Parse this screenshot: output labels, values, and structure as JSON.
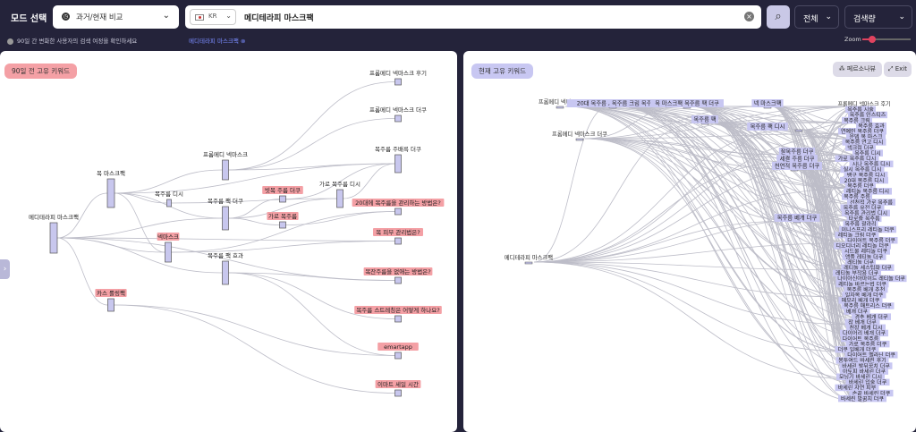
{
  "header": {
    "mode_label": "모드 선택",
    "mode_value": "과거/현재 비교",
    "country_code": "KR",
    "query": "메디테라피 마스크팩",
    "filter_scope": "전체",
    "filter_metric": "검색량",
    "info_text": "90일 간 변화한 사용자의 검색 여정을 확인하세요",
    "active_tag": "메디테라피 마스크팩",
    "zoom_label": "Zoom",
    "zoom_level": 0.2
  },
  "left_panel": {
    "title": "90일 전 고유 키워드",
    "nodes": [
      {
        "label": "메디테라피 마스크팩",
        "hl": false
      },
      {
        "label": "목 마스크팩",
        "hl": false
      },
      {
        "label": "프롬메디 넥마스크",
        "hl": false
      },
      {
        "label": "목주름 디시",
        "hl": false
      },
      {
        "label": "목주름 팩 더쿠",
        "hl": false
      },
      {
        "label": "넥마스크",
        "hl": true
      },
      {
        "label": "목주름 팩 효과",
        "hl": false
      },
      {
        "label": "카스 롤링팩",
        "hl": true
      },
      {
        "label": "빗목 주름 더쿠",
        "hl": true
      },
      {
        "label": "가로 목주름",
        "hl": true
      },
      {
        "label": "가로 목주름 디시",
        "hl": false
      },
      {
        "label": "프롬메디 넥마스크 후기",
        "hl": false
      },
      {
        "label": "프롬메디 넥마스크 더쿠",
        "hl": false
      },
      {
        "label": "목주름 주배륵 더쿠",
        "hl": false
      },
      {
        "label": "20대에 목주름을 관리하는 방법은?",
        "hl": true
      },
      {
        "label": "목 피부 관리법은?",
        "hl": true
      },
      {
        "label": "목잔주름을 없애는 방법은?",
        "hl": true
      },
      {
        "label": "목주름 스트레칭은 어떻게 하나요?",
        "hl": true
      },
      {
        "label": "emartapp",
        "hl": true
      },
      {
        "label": "이마트 세일 시간",
        "hl": true
      }
    ]
  },
  "right_panel": {
    "title": "현재 고유 키워드",
    "persona_label": "페르소나뷰",
    "exit_label": "Exit",
    "left_nodes": [
      "프롬메디 넥마스크",
      "프롬메디 넥마스크 더쿠",
      "메디테라피 마스크팩"
    ],
    "mid_nodes": [
      "20대 목주름 , 목주름 크림 목주름 없애기 더쿠",
      "목 마스크팩 목주름 팩 더쿠",
      "목주름 팩",
      "넥 마스크팩",
      "목주름 팩 디시",
      "잘목주름 더쿠",
      "세결 주름 더쿠",
      "천연적 목주름 더쿠",
      "목주름 베개 더쿠"
    ],
    "right_nodes": [
      "프롬메디 넥마스크 후기",
      "목주름 시술",
      "목주름 인스티즈",
      "목주름 크림",
      "목주름 효과",
      "연예인 목주름 더쿠",
      "운뎀 목 마스크",
      "목주름 연고 디시",
      "넥크림 더쿠",
      "목주름 디시",
      "가로 목주름 디시",
      "시나 목주름 디시",
      "실시 목주름 디시",
      "뱅구 목주름 디시",
      "20대 목주름 디시",
      "목주름 더쿠",
      "레티놀 목주름 디시",
      "목주름 주름",
      "선천적 가로 목주름",
      "목주름 유전 더쿠",
      "목주름 관리법 디시",
      "타로즐 목주름",
      "목주름 괄라리",
      "이니스프리 레티놀 더쿠",
      "레티놀 크림 더쿠",
      "다이어트 목주름 더쿠",
      "디오디너리 레티놀 더쿠",
      "시드물 레티놀 더쿠",
      "앰플 레티놀 더쿠",
      "레티놀 더쿠",
      "레티놀 세스팁좌 더쿠",
      "레티놀 부작용 더쿠",
      "나이아신아마이드 레티놀 더쿠",
      "레티놀 바르는법 더쿠",
      "목주름 베개 추천",
      "일자목 베개 더쿠",
      "메모리 베개 더쿠",
      "목주름 매트리스 더쿠",
      "베개 더쿠",
      "경추 베개 더쿠",
      "잠 베개 더쿠",
      "천장 베개 디시",
      "다이어리 베개 더쿠",
      "다이어트 목주름",
      "가로 목주름 더쿠",
      "더쿠 일베개 더쿠",
      "다이어트 멜라닌 더쿠",
      "봉투여드 바세린 후기",
      "바세린 발뒤꿈치 더쿠",
      "아토피 바세린 더쿠",
      "모닝기 바세린 디시",
      "바세린 입술 더쿠",
      "바세린 자연 피부",
      "손끝 바세린 더쿠",
      "바세린 발꿈치 더쿠"
    ]
  }
}
